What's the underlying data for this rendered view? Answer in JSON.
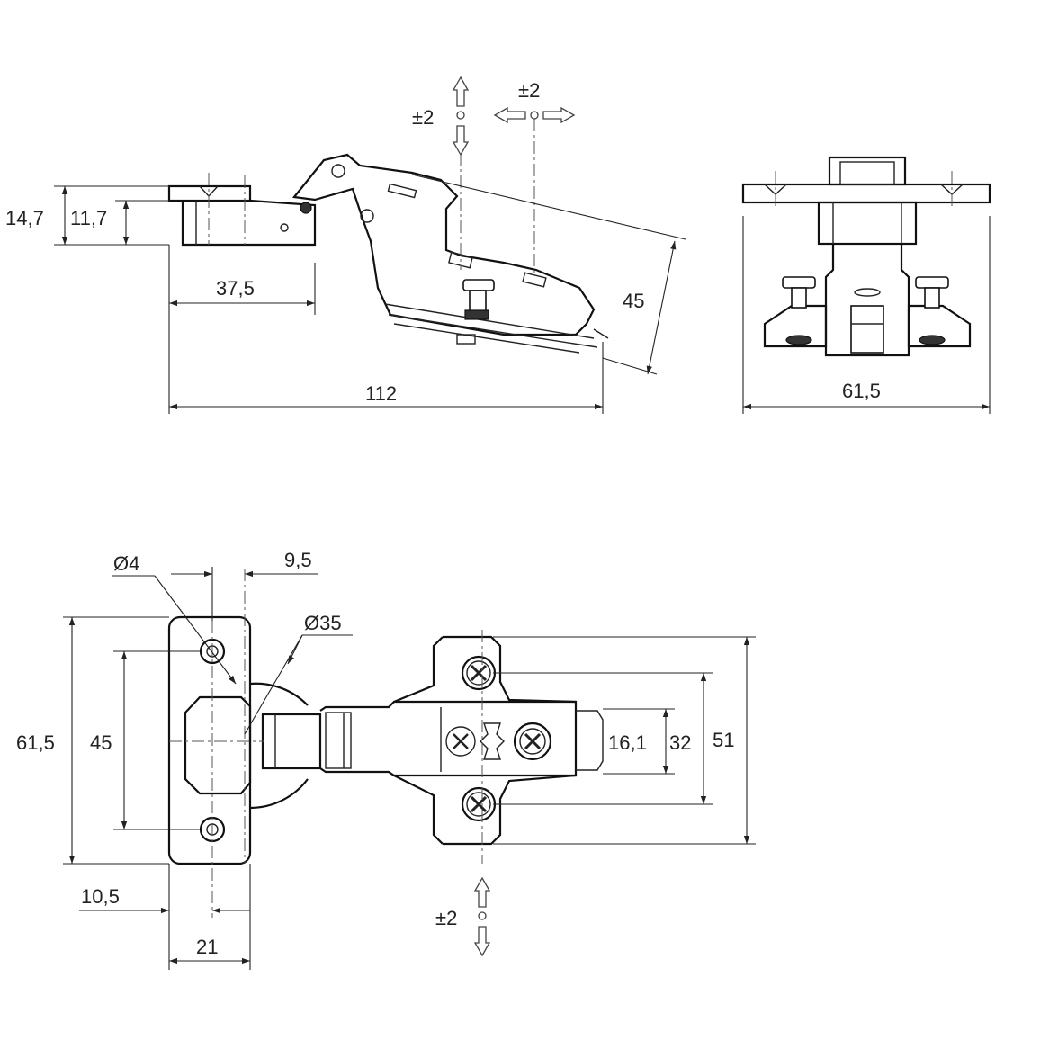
{
  "dimensions": {
    "side_plate_height": "14,7",
    "side_plate_inner_height": "11,7",
    "side_arm_offset": "37,5",
    "side_total_length": "112",
    "side_cup_depth": "45",
    "end_width": "61,5",
    "plate_hole_dia": "Ø4",
    "cup_dia": "Ø35",
    "cup_offset": "9,5",
    "plate_height": "61,5",
    "hole_spacing": "45",
    "plate_hole_offset": "10,5",
    "plate_width": "21",
    "mount_inner": "16,1",
    "mount_mid": "32",
    "mount_outer": "51"
  },
  "adjustments": {
    "depth": "±2",
    "side": "±2",
    "height": "±2"
  }
}
